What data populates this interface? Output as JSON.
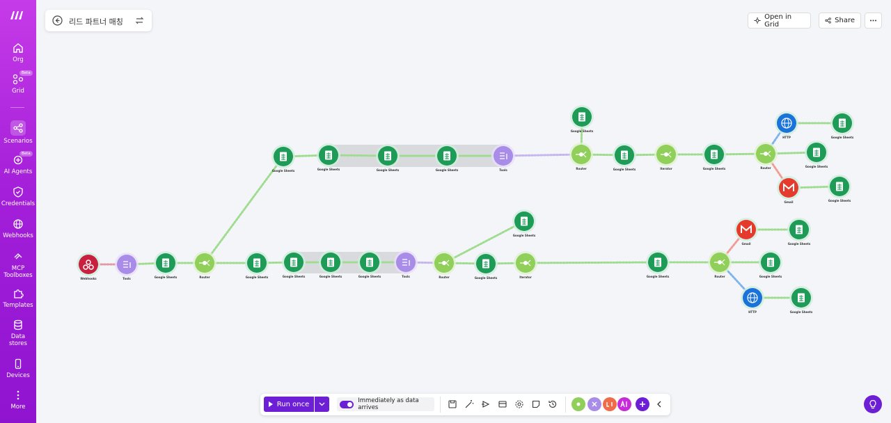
{
  "sidebar": {
    "items": [
      {
        "label": "Org",
        "icon": "home-icon"
      },
      {
        "label": "Grid",
        "icon": "grid-icon",
        "badge": "Beta"
      },
      {
        "label": "Scenarios",
        "icon": "scenarios-icon"
      },
      {
        "label": "AI Agents",
        "icon": "ai-agents-icon",
        "badge": "Beta"
      },
      {
        "label": "Credentials",
        "icon": "shield-icon"
      },
      {
        "label": "Webhooks",
        "icon": "globe-icon"
      },
      {
        "label": "MCP",
        "label2": "Toolboxes",
        "icon": "mcp-icon"
      },
      {
        "label": "Templates",
        "icon": "puzzle-icon"
      },
      {
        "label": "Data",
        "label2": "stores",
        "icon": "database-icon"
      },
      {
        "label": "Devices",
        "icon": "phone-icon"
      },
      {
        "label": "More",
        "icon": "more-icon"
      }
    ]
  },
  "header": {
    "scenario_name": "리드 파트너 매칭",
    "open_in_grid": "Open in Grid",
    "share": "Share"
  },
  "toolbar": {
    "run_once": "Run once",
    "schedule_label": "Immediately as data arrives",
    "schedule_on": true
  },
  "canvas": {
    "labels": {
      "webhooks": "Webhooks",
      "tools": "Tools",
      "google_sheets": "Google Sheets",
      "router": "Router",
      "iterator": "Iterator",
      "http": "HTTP",
      "gmail": "Gmail"
    }
  },
  "colors": {
    "brand": "#6d1fd6",
    "sheets": "#1e9b57",
    "router": "#8fcf5a",
    "tools": "#a98be8",
    "webhook": "#c8213f",
    "gmail": "#e53b2d",
    "http": "#1a73d9"
  }
}
